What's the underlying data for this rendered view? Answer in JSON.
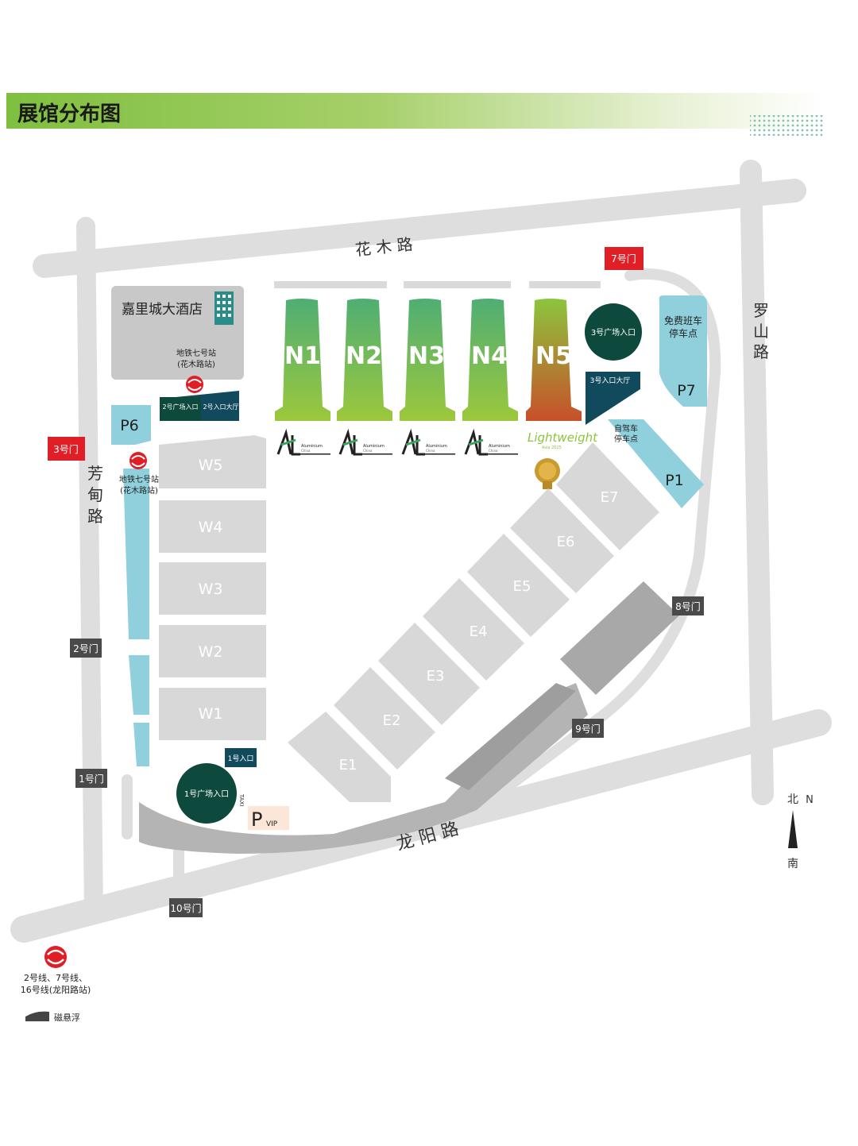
{
  "header": {
    "title": "展馆分布图"
  },
  "roads": {
    "north": "花 木 路",
    "east": "罗山路",
    "west": "芳甸路",
    "south": "龙 阳 路"
  },
  "hotel": {
    "name": "嘉里城大酒店",
    "metro_line1": "地铁七号站",
    "metro_line2": "(花木路站)"
  },
  "west_metro": {
    "line1": "地铁七号站",
    "line2": "(花木路站)"
  },
  "north_halls": [
    "N1",
    "N2",
    "N3",
    "N4",
    "N5"
  ],
  "west_halls": [
    "W5",
    "W4",
    "W3",
    "W2",
    "W1"
  ],
  "east_halls": [
    "E7",
    "E6",
    "E5",
    "E4",
    "E3",
    "E2",
    "E1"
  ],
  "parking": [
    "P6",
    "P7",
    "P1"
  ],
  "gates": {
    "g3": "3号门",
    "g7": "7号门",
    "g2": "2号门",
    "g1": "1号门",
    "g8": "8号门",
    "g9": "9号门",
    "g10": "10号门"
  },
  "entrances": {
    "plaza3": "3号广场入口",
    "hall3": "3号入口大厅",
    "plaza2": "2号广场入口",
    "hall2": "2号入口大厅",
    "entry1": "1号入口",
    "plaza1": "1号广场入口",
    "taxi": "TAXI",
    "shuttle1": "免费班车",
    "shuttle2": "停车点",
    "bike1": "自驾车",
    "bike2": "停车点"
  },
  "vip": {
    "p": "P",
    "sub": "VIP"
  },
  "exhibitor_logo": {
    "brand": "Aluminium",
    "sub": "China"
  },
  "lightweight": {
    "text": "Lightweight",
    "sub": "Asia 2025"
  },
  "compass": {
    "north_cn": "北",
    "north_en": "N",
    "south_cn": "南"
  },
  "legend": {
    "metro1": "2号线、7号线、",
    "metro2": "16号线(龙阳路站)",
    "maglev": "磁悬浮"
  },
  "colors": {
    "banner": "#7fbf3f",
    "hall_green": "#4aa86a",
    "gate_red": "#e01e26",
    "gate_dark": "#4a4a4a",
    "parking_blue": "#8fd0dc",
    "dark_teal": "#0d4a3d",
    "navy": "#114a5c",
    "road": "#dcdcdc",
    "hall_grey": "#d6d6d6"
  }
}
